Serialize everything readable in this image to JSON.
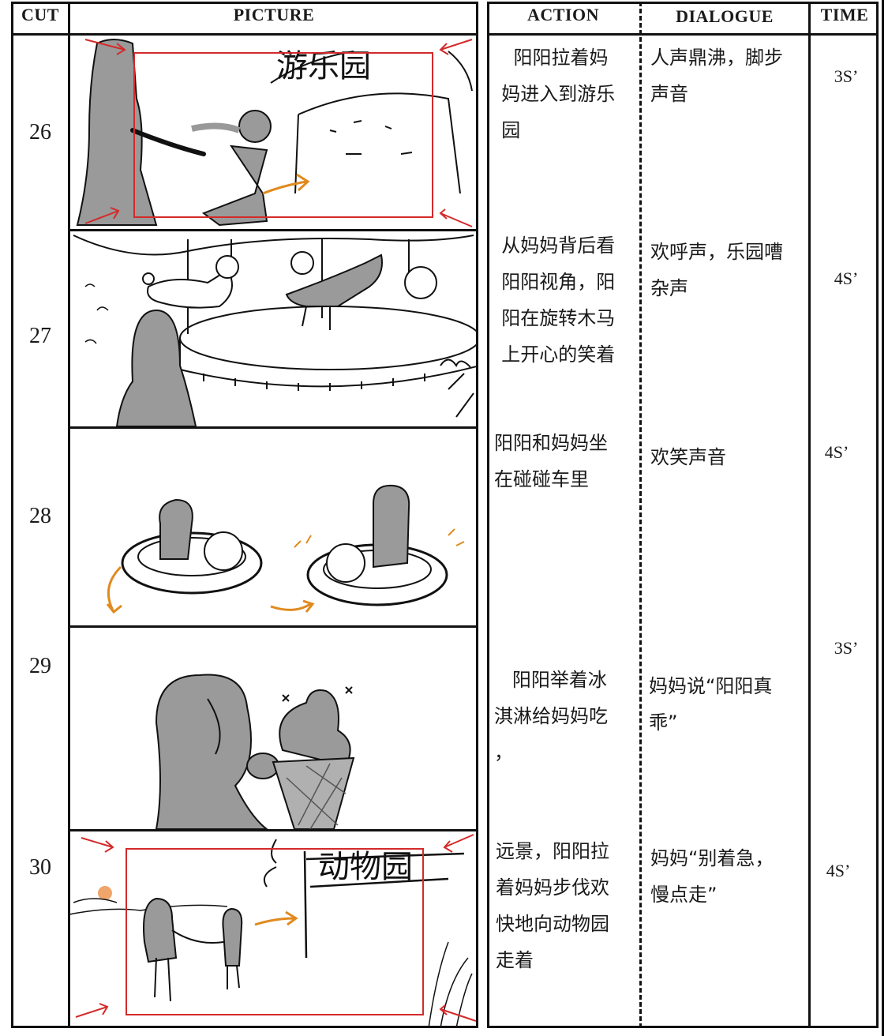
{
  "header": {
    "cut": "CUT",
    "picture": "PICTURE",
    "action": "ACTION",
    "dialogue": "DIALOGUE",
    "time": "TIME"
  },
  "shots": [
    {
      "cut": "26",
      "action": "    阳阳拉着妈\n  妈进入到游乐\n  园",
      "dialogue": "人声鼎沸，脚步\n声音",
      "time": "3S’",
      "sketch_text": "游乐园"
    },
    {
      "cut": "27",
      "action": "  从妈妈背后看\n  阳阳视角，阳\n  阳在旋转木马\n  上开心的笑着",
      "dialogue": "欢呼声，乐园嘈\n杂声",
      "time": "4S’"
    },
    {
      "cut": "28",
      "action": "阳阳和妈妈坐\n在碰碰车里",
      "dialogue": "欢笑声音",
      "time": "4S’"
    },
    {
      "cut": "29",
      "action": "   阳阳举着冰\n淇淋给妈妈吃\n，",
      "dialogue": "妈妈说“阳阳真\n乖”",
      "time": "3S’"
    },
    {
      "cut": "30",
      "action": "远景，阳阳拉\n着妈妈步伐欢\n快地向动物园\n走着",
      "dialogue": "妈妈“别着急，\n慢点走”",
      "time": "4S’",
      "sketch_text": "动物园"
    }
  ],
  "colors": {
    "ink": "#111111",
    "shade": "#9a9a9a",
    "frame_red": "#d42a2a",
    "arrow_orange": "#e08a1e",
    "sun": "#f0a56a"
  }
}
